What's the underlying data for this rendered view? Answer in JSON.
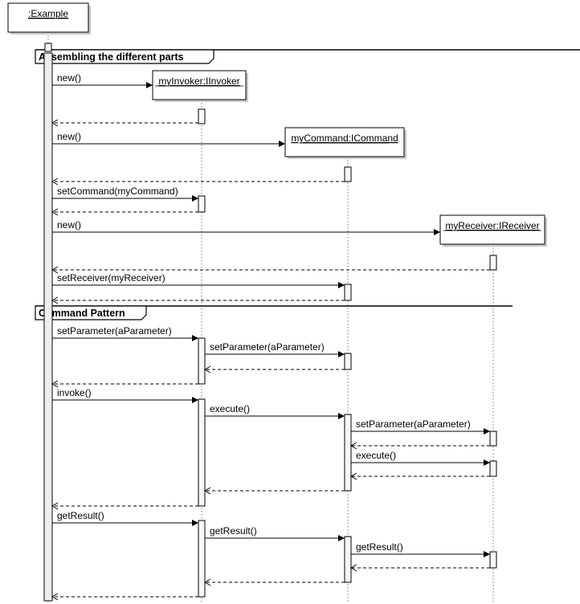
{
  "participants": [
    {
      "id": "example",
      "label": ":Example"
    },
    {
      "id": "invoker",
      "label": "myInvoker:IInvoker"
    },
    {
      "id": "command",
      "label": "myCommand:ICommand"
    },
    {
      "id": "receiver",
      "label": "myReceiver:IReceiver"
    }
  ],
  "fragments": [
    {
      "id": "assembling",
      "label": "Assembling the different parts"
    },
    {
      "id": "command-pattern",
      "label": "Command Pattern"
    }
  ],
  "messages": [
    {
      "from": "example",
      "to": "invoker",
      "kind": "create",
      "label": "new()"
    },
    {
      "from": "invoker",
      "to": "example",
      "kind": "return",
      "label": ""
    },
    {
      "from": "example",
      "to": "command",
      "kind": "create",
      "label": "new()"
    },
    {
      "from": "command",
      "to": "example",
      "kind": "return",
      "label": ""
    },
    {
      "from": "example",
      "to": "invoker",
      "kind": "call",
      "label": "setCommand(myCommand)"
    },
    {
      "from": "invoker",
      "to": "example",
      "kind": "return",
      "label": ""
    },
    {
      "from": "example",
      "to": "receiver",
      "kind": "create",
      "label": "new()"
    },
    {
      "from": "receiver",
      "to": "example",
      "kind": "return",
      "label": ""
    },
    {
      "from": "example",
      "to": "command",
      "kind": "call",
      "label": "setReceiver(myReceiver)"
    },
    {
      "from": "command",
      "to": "example",
      "kind": "return",
      "label": ""
    },
    {
      "from": "example",
      "to": "invoker",
      "kind": "call",
      "label": "setParameter(aParameter)"
    },
    {
      "from": "invoker",
      "to": "command",
      "kind": "call",
      "label": "setParameter(aParameter)"
    },
    {
      "from": "command",
      "to": "invoker",
      "kind": "return",
      "label": ""
    },
    {
      "from": "invoker",
      "to": "example",
      "kind": "return",
      "label": ""
    },
    {
      "from": "example",
      "to": "invoker",
      "kind": "call",
      "label": "invoke()"
    },
    {
      "from": "invoker",
      "to": "command",
      "kind": "call",
      "label": "execute()"
    },
    {
      "from": "command",
      "to": "receiver",
      "kind": "call",
      "label": "setParameter(aParameter)"
    },
    {
      "from": "receiver",
      "to": "command",
      "kind": "return",
      "label": ""
    },
    {
      "from": "command",
      "to": "receiver",
      "kind": "call",
      "label": "execute()"
    },
    {
      "from": "receiver",
      "to": "command",
      "kind": "return",
      "label": ""
    },
    {
      "from": "command",
      "to": "invoker",
      "kind": "return",
      "label": ""
    },
    {
      "from": "invoker",
      "to": "example",
      "kind": "return",
      "label": ""
    },
    {
      "from": "example",
      "to": "invoker",
      "kind": "call",
      "label": "getResult()"
    },
    {
      "from": "invoker",
      "to": "command",
      "kind": "call",
      "label": "getResult()"
    },
    {
      "from": "command",
      "to": "receiver",
      "kind": "call",
      "label": "getResult()"
    },
    {
      "from": "receiver",
      "to": "command",
      "kind": "return",
      "label": ""
    },
    {
      "from": "command",
      "to": "invoker",
      "kind": "return",
      "label": ""
    },
    {
      "from": "invoker",
      "to": "example",
      "kind": "return",
      "label": ""
    }
  ]
}
